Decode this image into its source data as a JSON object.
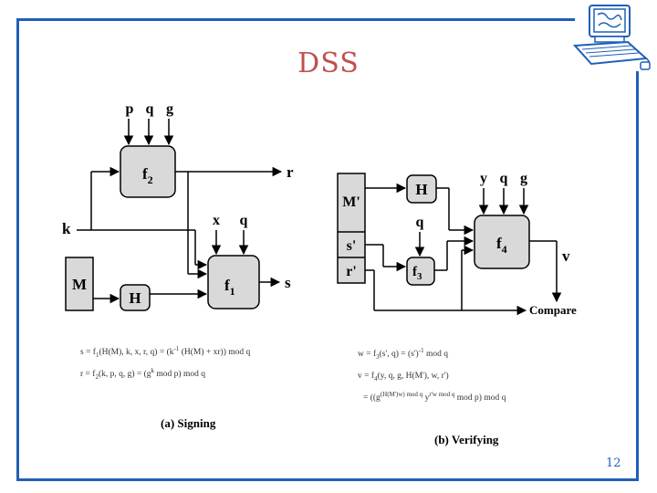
{
  "slide": {
    "title": "DSS",
    "page_number": "12"
  },
  "signing": {
    "inputs_top": [
      "p",
      "q",
      "g"
    ],
    "f2_label": "f",
    "f2_sub": "2",
    "r_out": "r",
    "k_label": "k",
    "x_label": "x",
    "q_label": "q",
    "M_label": "M",
    "H_label": "H",
    "f1_label": "f",
    "f1_sub": "1",
    "s_out": "s",
    "eq_s_pre": "s  =  f",
    "eq_s_sub": "1",
    "eq_s_mid": "(H(M), k, x, r, q)  =  (k",
    "eq_s_sup": "-1",
    "eq_s_post": " (H(M) + xr)) mod q",
    "eq_r_pre": "r  =  f",
    "eq_r_sub": "2",
    "eq_r_mid": "(k, p, q, g)  =  (g",
    "eq_r_sup": "k",
    "eq_r_post": " mod p) mod q",
    "caption": "(a) Signing"
  },
  "verifying": {
    "Mp_label": "M'",
    "sp_label": "s'",
    "rp_label": "r'",
    "H_label": "H",
    "q_label": "q",
    "f3_label": "f",
    "f3_sub": "3",
    "inputs_top": [
      "y",
      "q",
      "g"
    ],
    "f4_label": "f",
    "f4_sub": "4",
    "v_out": "v",
    "compare_label": "Compare",
    "eq_w_pre": "w  =  f",
    "eq_w_sub": "3",
    "eq_w_mid": "(s', q)  =  (s')",
    "eq_w_sup": "-1",
    "eq_w_post": " mod q",
    "eq_v_pre": "v  =  f",
    "eq_v_sub": "4",
    "eq_v_post": "(y, q, g, H(M'), w, r')",
    "eq_v2_pre": "=  ((g",
    "eq_v2_sup1": "(H(M')w) mod q",
    "eq_v2_mid": " y",
    "eq_v2_sup2": "r'w mod q",
    "eq_v2_post": " mod p) mod q",
    "caption": "(b) Verifying"
  },
  "colors": {
    "frame": "#1f5fb8",
    "title": "#c0504d",
    "box_fill": "#d9d9d9"
  }
}
